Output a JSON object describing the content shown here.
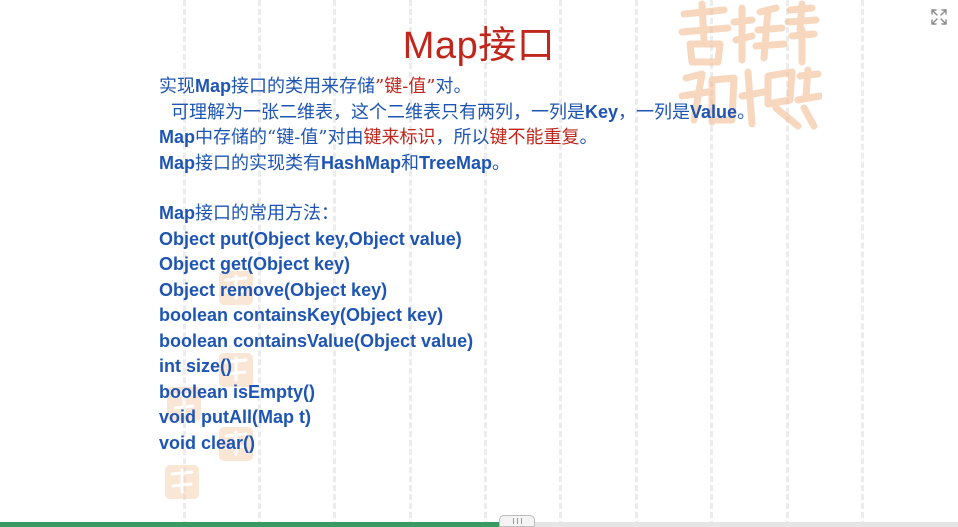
{
  "slide": {
    "title": "Map接口",
    "paragraphs": [
      {
        "segments": [
          {
            "text": "实现",
            "style": "normal"
          },
          {
            "text": "Map",
            "style": "bold"
          },
          {
            "text": "接口的类用来存储",
            "style": "normal"
          },
          {
            "text": "”键-值”",
            "style": "red"
          },
          {
            "text": "对。",
            "style": "normal"
          }
        ]
      },
      {
        "indent": true,
        "segments": [
          {
            "text": "可理解为一张二维表，这个二维表只有两列，一列是",
            "style": "normal"
          },
          {
            "text": "Key",
            "style": "bold"
          },
          {
            "text": "，一列是",
            "style": "normal"
          },
          {
            "text": "Value",
            "style": "bold"
          },
          {
            "text": "。",
            "style": "normal"
          }
        ]
      },
      {
        "segments": [
          {
            "text": "Map",
            "style": "bold"
          },
          {
            "text": "中存储的“键-值”对由",
            "style": "normal"
          },
          {
            "text": "键来标识",
            "style": "red"
          },
          {
            "text": "，所以",
            "style": "normal"
          },
          {
            "text": "键不能重复",
            "style": "red"
          },
          {
            "text": "。",
            "style": "normal"
          }
        ]
      },
      {
        "segments": [
          {
            "text": "Map",
            "style": "bold"
          },
          {
            "text": "接口的实现类有",
            "style": "normal"
          },
          {
            "text": "HashMap",
            "style": "bold"
          },
          {
            "text": "和",
            "style": "normal"
          },
          {
            "text": "TreeMap",
            "style": "bold"
          },
          {
            "text": "。",
            "style": "normal"
          }
        ]
      }
    ],
    "methods_heading": {
      "segments": [
        {
          "text": "Map",
          "style": "bold"
        },
        {
          "text": "接口的常用方法：",
          "style": "normal"
        }
      ]
    },
    "methods": [
      "Object put(Object key,Object value)",
      "Object get(Object key)",
      "Object remove(Object key)",
      "boolean containsKey(Object key)",
      "boolean containsValue(Object value)",
      "int size()",
      "boolean isEmpty()",
      "void putAll(Map t)",
      "void clear()"
    ]
  },
  "colors": {
    "title": "#c0261c",
    "body_text": "#1e55b3",
    "highlight": "#c0261c",
    "watermark": "#f2b98c",
    "progress": "#3a9b62"
  },
  "icons": {
    "fullscreen": "expand-arrows-icon",
    "watermark": "seal-stamp-icon"
  },
  "player": {
    "progress_fraction": 0.54
  }
}
